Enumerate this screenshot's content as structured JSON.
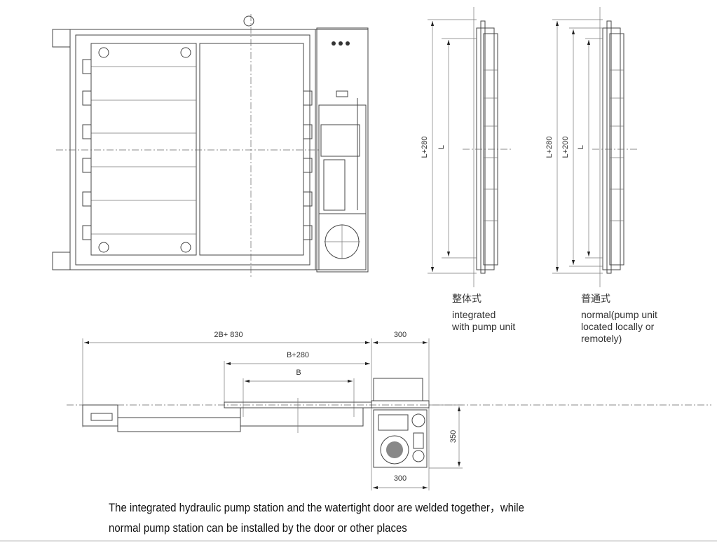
{
  "side_views": {
    "integrated": {
      "dims": [
        "L+280",
        "L"
      ],
      "title_cn": "整体式",
      "desc": "integrated\nwith pump unit"
    },
    "normal": {
      "dims": [
        "L+280",
        "L+200",
        "L"
      ],
      "title_cn": "普通式",
      "desc": "normal(pump unit\nlocated locally or\nremotely)"
    }
  },
  "plan_view": {
    "dims": {
      "overall": "2B+ 830",
      "pump_width_top": "300",
      "opening_plus": "B+280",
      "opening": "B",
      "pump_depth": "350",
      "pump_width_bottom": "300"
    }
  },
  "caption": {
    "line1": "The integrated hydraulic pump station and the watertight door are welded together，while",
    "line2": "normal pump station can be installed by the door or other places"
  }
}
